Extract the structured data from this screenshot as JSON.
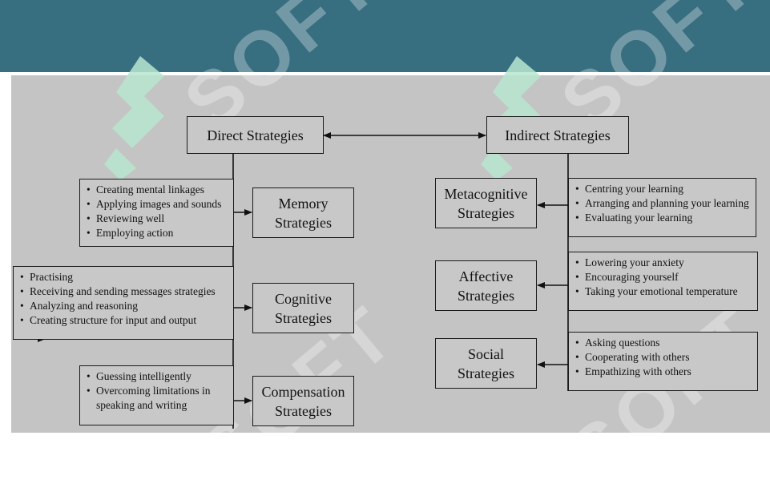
{
  "diagram": {
    "direct": "Direct Strategies",
    "indirect": "Indirect Strategies",
    "memory": {
      "label": "Memory Strategies",
      "items": [
        "Creating mental linkages",
        "Applying images and sounds",
        "Reviewing well",
        "Employing action"
      ]
    },
    "cognitive": {
      "label": "Cognitive Strategies",
      "items": [
        "Practising",
        "Receiving and sending messages strategies",
        "Analyzing and reasoning",
        "Creating structure for input and output"
      ]
    },
    "compensation": {
      "label": "Compensation Strategies",
      "items": [
        "Guessing intelligently",
        "Overcoming limitations in speaking and writing"
      ]
    },
    "metacognitive": {
      "label": "Metacognitive Strategies",
      "items": [
        "Centring your learning",
        "Arranging and planning your learning",
        "Evaluating your learning"
      ]
    },
    "affective": {
      "label": "Affective Strategies",
      "items": [
        "Lowering your anxiety",
        "Encouraging yourself",
        "Taking your emotional temperature"
      ]
    },
    "social": {
      "label": "Social Strategies",
      "items": [
        "Asking questions",
        "Cooperating with others",
        "Empathizing with others"
      ]
    }
  },
  "watermark": {
    "text": "SOFT"
  },
  "colors": {
    "header": "#376e80",
    "panel": "#c4c4c4",
    "watermark_leaf": "#b7e6cf"
  }
}
